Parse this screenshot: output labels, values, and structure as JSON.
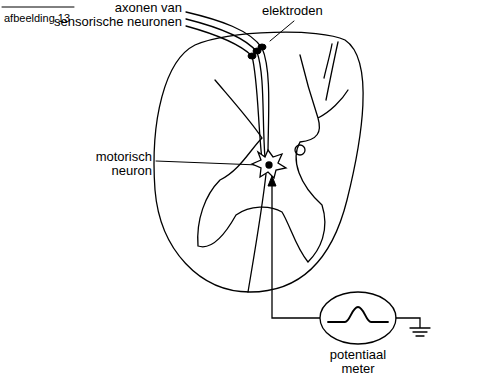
{
  "diagram": {
    "labels": [
      "afbeelding 13",
      "axonen van sensorische neuronen",
      "elektroden",
      "motorisch neuron",
      "potentiaal meter"
    ]
  }
}
